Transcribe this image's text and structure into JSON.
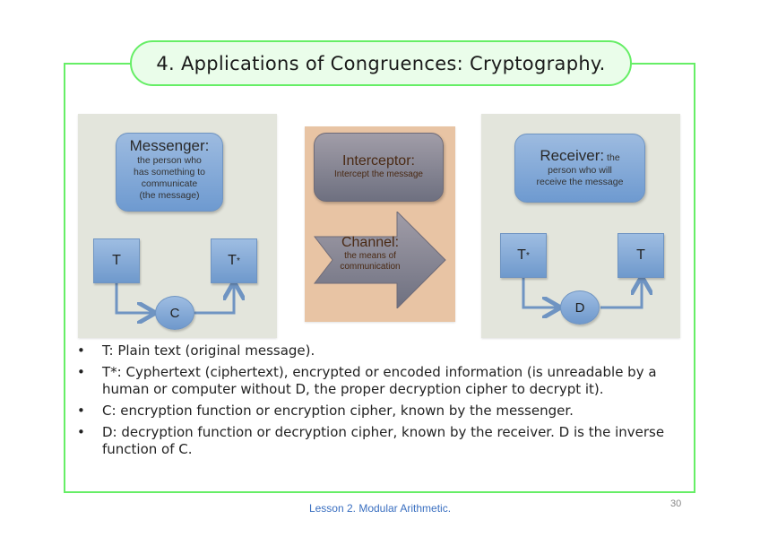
{
  "slide": {
    "title": "4. Applications of Congruences: Cryptography.",
    "colors": {
      "frame": "#66ee66",
      "title_fill": "#eafdea",
      "blue_shape": "#8fb1dc",
      "grey_shape": "#8a8796",
      "side_panel": "#e3e5dc",
      "center_panel": "#e8c4a4",
      "footer_text": "#3a6fc0"
    },
    "messenger_panel": {
      "heading": "Messenger:",
      "desc_lines": [
        "the person who",
        "has something to",
        "communicate",
        "(the message)"
      ],
      "input_box": "T",
      "output_box_base": "T",
      "output_box_sup": "*",
      "function_node": "C"
    },
    "center_panel": {
      "interceptor_heading": "Interceptor:",
      "interceptor_desc": "Intercept the message",
      "channel_heading": "Channel:",
      "channel_desc_lines": [
        "the means of",
        "communication"
      ]
    },
    "receiver_panel": {
      "heading": "Receiver:",
      "heading_tail": " the",
      "desc_lines": [
        "person who will",
        "receive the message"
      ],
      "input_box_base": "T",
      "input_box_sup": "*",
      "output_box": "T",
      "function_node": "D"
    },
    "bullets": [
      "T: Plain text (original message).",
      "T*: Cyphertext (ciphertext), encrypted or encoded information (is unreadable by a human or computer without D, the proper decryption cipher to decrypt it).",
      "C: encryption function or encryption cipher, known by the messenger.",
      "D: decryption function or decryption cipher, known by the receiver. D is the inverse function of C."
    ],
    "bullet_glyph": "•",
    "footer": "Lesson 2. Modular Arithmetic.",
    "page_number": "30"
  }
}
